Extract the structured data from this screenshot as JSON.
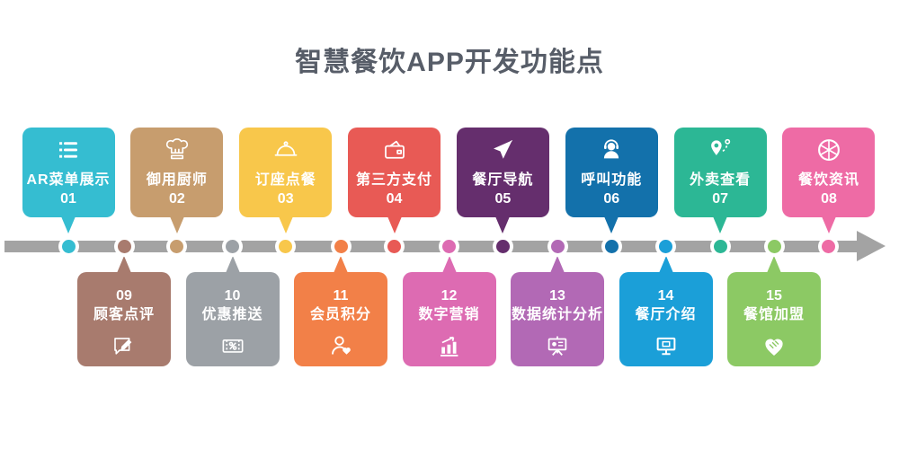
{
  "title": "智慧餐饮APP开发功能点",
  "colors": {
    "title_text": "#575d68",
    "timeline": "#a3a3a3",
    "card_text": "#ffffff"
  },
  "top_items": [
    {
      "num": "01",
      "label": "AR菜单展示",
      "color": "#35bdd1",
      "icon": "menu-list-icon"
    },
    {
      "num": "02",
      "label": "御用厨师",
      "color": "#c79d6e",
      "icon": "chef-hat-icon"
    },
    {
      "num": "03",
      "label": "订座点餐",
      "color": "#f8c74b",
      "icon": "cloche-icon"
    },
    {
      "num": "04",
      "label": "第三方支付",
      "color": "#e85a55",
      "icon": "wallet-icon"
    },
    {
      "num": "05",
      "label": "餐厅导航",
      "color": "#652e6d",
      "icon": "navigation-arrow-icon"
    },
    {
      "num": "06",
      "label": "呼叫功能",
      "color": "#1371ab",
      "icon": "headset-operator-icon"
    },
    {
      "num": "07",
      "label": "外卖查看",
      "color": "#2cb795",
      "icon": "delivery-route-pin-icon"
    },
    {
      "num": "08",
      "label": "餐饮资讯",
      "color": "#ee6ba5",
      "icon": "aperture-news-icon"
    }
  ],
  "bottom_items": [
    {
      "num": "09",
      "label": "顾客点评",
      "color": "#a87b6e",
      "icon": "review-pencil-icon"
    },
    {
      "num": "10",
      "label": "优惠推送",
      "color": "#9ca1a6",
      "icon": "coupon-icon"
    },
    {
      "num": "11",
      "label": "会员积分",
      "color": "#f28048",
      "icon": "member-points-icon"
    },
    {
      "num": "12",
      "label": "数字营销",
      "color": "#dd6bb2",
      "icon": "growth-chart-icon"
    },
    {
      "num": "13",
      "label": "数据统计分析",
      "color": "#b269b5",
      "icon": "presentation-board-icon"
    },
    {
      "num": "14",
      "label": "餐厅介绍",
      "color": "#1b9fd8",
      "icon": "monitor-icon"
    },
    {
      "num": "15",
      "label": "餐馆加盟",
      "color": "#8cc964",
      "icon": "handshake-heart-icon"
    }
  ]
}
